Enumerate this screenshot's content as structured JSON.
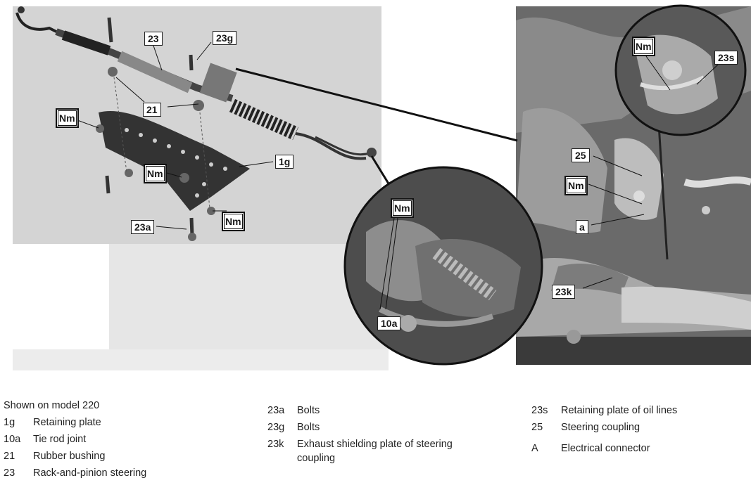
{
  "callouts": {
    "c23": "23",
    "c23g": "23g",
    "c21": "21",
    "c1g": "1g",
    "c23a": "23a",
    "c10a": "10a",
    "c25": "25",
    "ca": "a",
    "c23k": "23k",
    "c23s": "23s"
  },
  "torque_label": "Nm",
  "legend": {
    "caption": "Shown on model 220",
    "col1": [
      {
        "code": "1g",
        "desc": "Retaining plate"
      },
      {
        "code": "10a",
        "desc": "Tie rod joint"
      },
      {
        "code": "21",
        "desc": "Rubber bushing"
      },
      {
        "code": "23",
        "desc": "Rack-and-pinion steering"
      }
    ],
    "col2": [
      {
        "code": "23a",
        "desc": "Bolts"
      },
      {
        "code": "23g",
        "desc": "Bolts"
      },
      {
        "code": "23k",
        "desc": "Exhaust shielding plate of steering coupling"
      }
    ],
    "col3": [
      {
        "code": "23s",
        "desc": "Retaining plate of oil lines"
      },
      {
        "code": "25",
        "desc": "Steering coupling"
      },
      {
        "code": "A",
        "desc": "Electrical connector"
      }
    ]
  }
}
